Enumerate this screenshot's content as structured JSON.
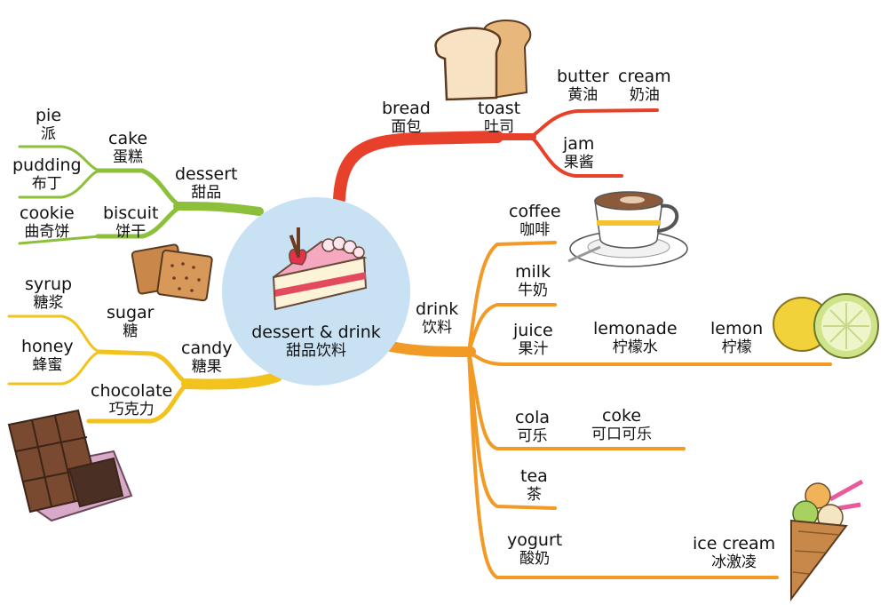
{
  "center": {
    "en": "dessert & drink",
    "zh": "甜品饮料"
  },
  "colors": {
    "center_bg": "#c8e2f4",
    "bread_branch": "#e8412b",
    "dessert_branch": "#8cbf3a",
    "candy_branch": "#f2c21d",
    "drink_branch": "#f19a26"
  },
  "nodes": {
    "bread": {
      "en": "bread",
      "zh": "面包"
    },
    "toast": {
      "en": "toast",
      "zh": "吐司"
    },
    "butter": {
      "en": "butter",
      "zh": "黄油"
    },
    "cream": {
      "en": "cream",
      "zh": "奶油"
    },
    "jam": {
      "en": "jam",
      "zh": "果酱"
    },
    "dessert": {
      "en": "dessert",
      "zh": "甜品"
    },
    "cake": {
      "en": "cake",
      "zh": "蛋糕"
    },
    "pie": {
      "en": "pie",
      "zh": "派"
    },
    "pudding": {
      "en": "pudding",
      "zh": "布丁"
    },
    "biscuit": {
      "en": "biscuit",
      "zh": "饼干"
    },
    "cookie": {
      "en": "cookie",
      "zh": "曲奇饼"
    },
    "candy": {
      "en": "candy",
      "zh": "糖果"
    },
    "sugar": {
      "en": "sugar",
      "zh": "糖"
    },
    "syrup": {
      "en": "syrup",
      "zh": "糖浆"
    },
    "honey": {
      "en": "honey",
      "zh": "蜂蜜"
    },
    "chocolate": {
      "en": "chocolate",
      "zh": "巧克力"
    },
    "drink": {
      "en": "drink",
      "zh": "饮料"
    },
    "coffee": {
      "en": "coffee",
      "zh": "咖啡"
    },
    "milk": {
      "en": "milk",
      "zh": "牛奶"
    },
    "juice": {
      "en": "juice",
      "zh": "果汁"
    },
    "lemonade": {
      "en": "lemonade",
      "zh": "柠檬水"
    },
    "lemon": {
      "en": "lemon",
      "zh": "柠檬"
    },
    "cola": {
      "en": "cola",
      "zh": "可乐"
    },
    "coke": {
      "en": "coke",
      "zh": "可口可乐"
    },
    "tea": {
      "en": "tea",
      "zh": "茶"
    },
    "yogurt": {
      "en": "yogurt",
      "zh": "酸奶"
    },
    "ice_cream": {
      "en": "ice cream",
      "zh": "冰激凌"
    }
  }
}
